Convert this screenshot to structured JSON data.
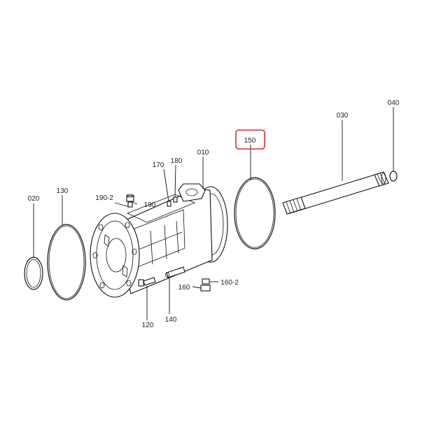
{
  "diagram": {
    "highlight_color": "#d0302f",
    "callouts": [
      {
        "id": "c020",
        "text": "020"
      },
      {
        "id": "c130",
        "text": "130"
      },
      {
        "id": "c190_2",
        "text": "190-2"
      },
      {
        "id": "c190",
        "text": "190"
      },
      {
        "id": "c170",
        "text": "170"
      },
      {
        "id": "c180",
        "text": "180"
      },
      {
        "id": "c010",
        "text": "010"
      },
      {
        "id": "c150",
        "text": "150",
        "highlighted": true
      },
      {
        "id": "c030",
        "text": "030"
      },
      {
        "id": "c040",
        "text": "040"
      },
      {
        "id": "c120",
        "text": "120"
      },
      {
        "id": "c140",
        "text": "140"
      },
      {
        "id": "c160",
        "text": "160"
      },
      {
        "id": "c160_2",
        "text": "160-2"
      }
    ]
  }
}
